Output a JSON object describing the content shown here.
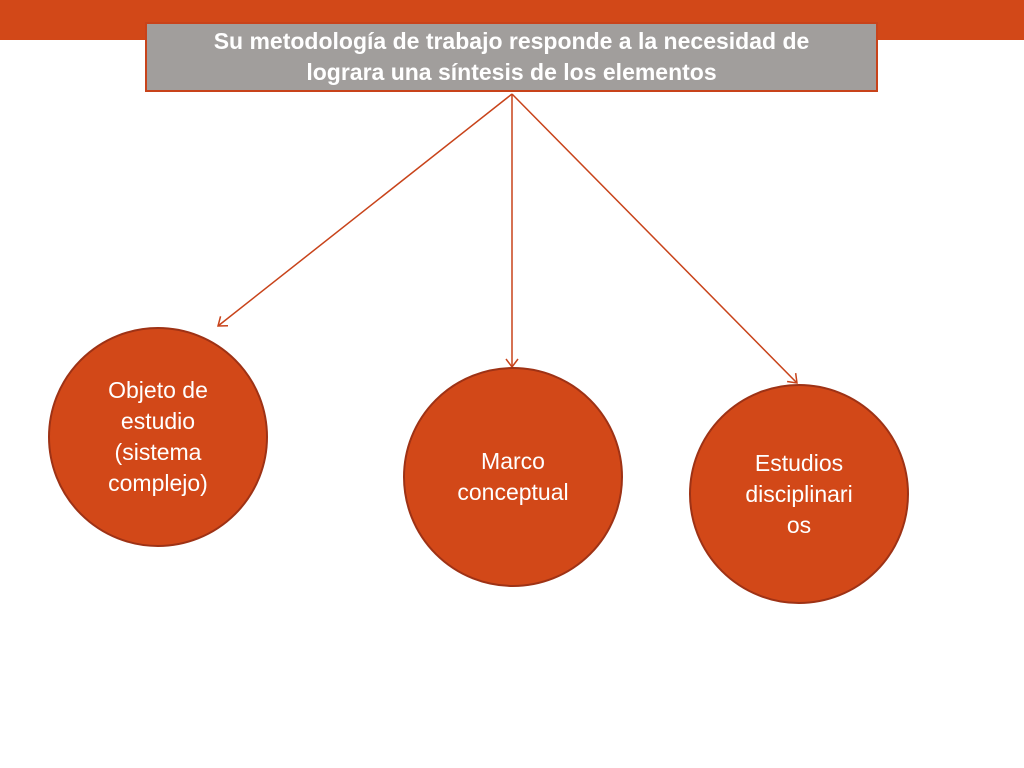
{
  "theme": {
    "accent": "#d24818",
    "title_fill": "#a19e9c",
    "title_border": "#c8431a",
    "node_fill": "#d24818",
    "node_border": "#9e3215",
    "connector": "#c8431a"
  },
  "header": {
    "title": "Su metodología de trabajo  responde a la necesidad de\nlograra una síntesis  de los elementos"
  },
  "nodes": [
    {
      "label": "Objeto de\nestudio\n(sistema\ncomplejo)"
    },
    {
      "label": "Marco\nconceptual"
    },
    {
      "label": "Estudios\ndisciplinari\nos"
    }
  ]
}
